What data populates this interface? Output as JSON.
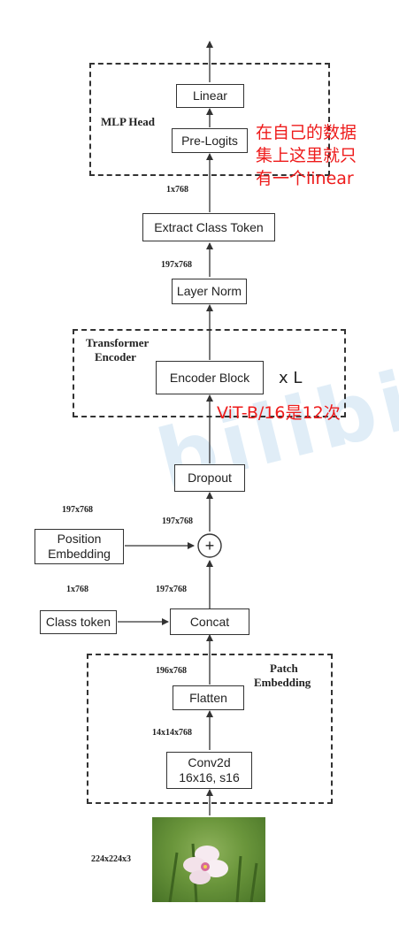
{
  "watermark": "bilibi",
  "mlp_head": {
    "title": "MLP Head",
    "linear_label": "Linear",
    "pre_logits_label": "Pre-Logits"
  },
  "note_mlp": [
    "在自己的数据",
    "集上这里就只",
    "有一个linear"
  ],
  "extract_class_token": "Extract Class Token",
  "layer_norm": "Layer Norm",
  "transformer_encoder": {
    "title_line1": "Transformer",
    "title_line2": "Encoder",
    "block_label": "Encoder Block",
    "repeat_label": "x L"
  },
  "note_vit": "ViT-B/16是12次",
  "dropout": "Dropout",
  "position_embedding": [
    "Position",
    "Embedding"
  ],
  "plus_symbol": "+",
  "class_token": "Class token",
  "concat": "Concat",
  "patch_embedding": {
    "title_line1": "Patch",
    "title_line2": "Embedding",
    "flatten_label": "Flatten",
    "conv_line1": "Conv2d",
    "conv_line2": "16x16, s16"
  },
  "dims": {
    "after_pre_logits": "1x768",
    "after_layer_norm": "197x768",
    "pos_embed": "197x768",
    "after_add": "197x768",
    "class_token": "1x768",
    "after_concat": "197x768",
    "after_flatten": "196x768",
    "after_conv": "14x14x768",
    "input_image": "224x224x3"
  },
  "colors": {
    "annotation_red": "#ee1b1b",
    "line": "#333333"
  }
}
